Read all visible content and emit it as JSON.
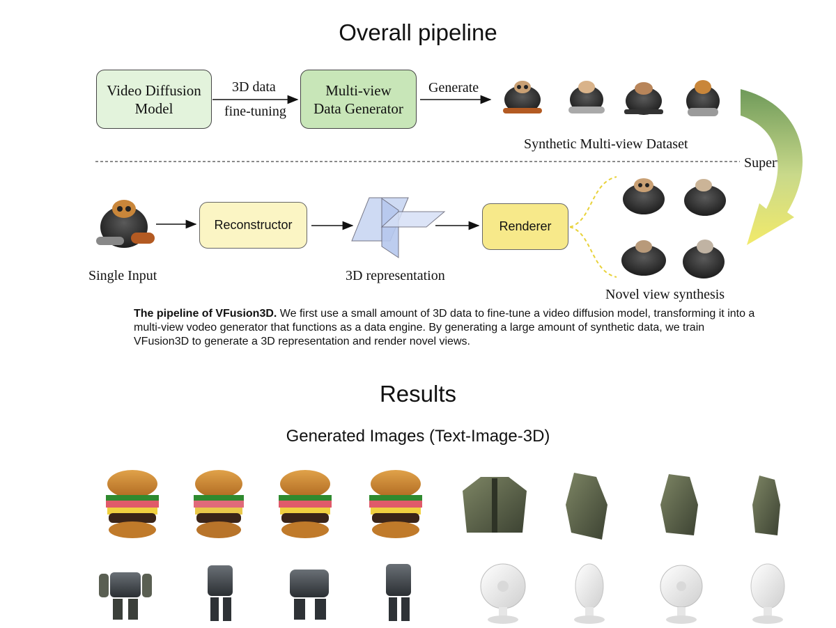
{
  "overall": {
    "title": "Overall pipeline"
  },
  "pipeline": {
    "video_diffusion_box": "Video Diffusion Model",
    "video_diffusion_line1": "Video Diffusion",
    "video_diffusion_line2": "Model",
    "arrow1_top": "3D data",
    "arrow1_bottom": "fine-tuning",
    "multiview_line1": "Multi-view",
    "multiview_line2": "Data Generator",
    "generate_label": "Generate",
    "synthetic_dataset_label": "Synthetic Multi-view Dataset",
    "supervise_label": "Supervise",
    "single_input_label": "Single  Input",
    "reconstructor_label": "Reconstructor",
    "representation_label": "3D representation",
    "renderer_label": "Renderer",
    "novel_view_label": "Novel view synthesis"
  },
  "caption": {
    "bold": "The pipeline of VFusion3D.",
    "text": " We first use a small amount of 3D data to fine-tune a video diffusion model, transforming it into a multi-view vodeo generator that functions as a data engine. By generating a large amount of synthetic data, we train VFusion3D to generate a 3D representation and render novel views."
  },
  "results": {
    "title": "Results",
    "subtitle": "Generated Images (Text-Image-3D)"
  },
  "colors": {
    "green_light": "#e3f3dc",
    "green": "#c8e6b8",
    "yellow_light": "#fbf5c4",
    "yellow": "#f7e98a",
    "supervise_gradient_top": "#6f9a5a",
    "supervise_gradient_bottom": "#f2ea6a"
  }
}
